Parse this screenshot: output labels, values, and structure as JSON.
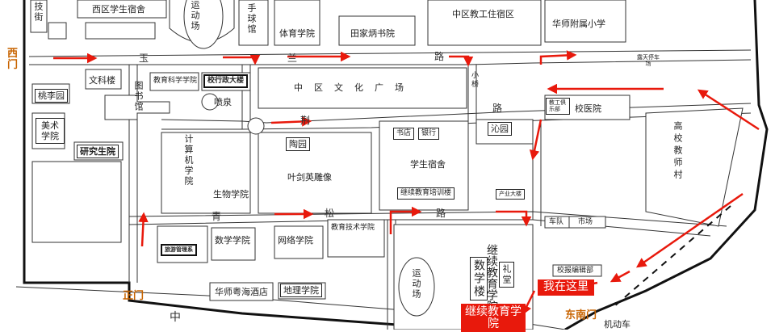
{
  "gates": {
    "west": "西门",
    "main": "正门",
    "southeast": "东南门"
  },
  "roads": {
    "yulan": [
      "玉",
      "兰",
      "路"
    ],
    "jing": [
      "荆",
      "路"
    ],
    "qingsong": [
      "青",
      "松",
      "路"
    ],
    "zhong": "中"
  },
  "buildings": {
    "jishi": [
      "技",
      "街"
    ],
    "west_dorm": "西区学生宿舍",
    "stadium_top": "运动场",
    "ball_hall": "手球馆",
    "pe_school": "体育学院",
    "tianjiabing": "田家炳书院",
    "staff_housing": "中区教工住宿区",
    "affiliated_primary": "华师附属小学",
    "wenke": "文科楼",
    "library": [
      "图",
      "书",
      "馆"
    ],
    "edu_science": "教育科学学院",
    "admin": "校行政大楼",
    "fountain": "喷泉",
    "culture_square": [
      "中",
      "区",
      "文",
      "化",
      "广",
      "场"
    ],
    "bridge": "小桥",
    "open_parking": "露天停车场",
    "taoli": "桃李园",
    "art_school": "美术学院",
    "grad_school": "研究生院",
    "cs_school": "计算机学院",
    "tao_yuan": "陶园",
    "statue": "叶剑英雕像",
    "bookstore": "书店",
    "bank": "银行",
    "qin_yuan": "沁园",
    "staff_club": "教工俱乐部",
    "clinic": "校医院",
    "faculty_village": "高校教师村",
    "student_dorm": "学生宿舍",
    "ce_training": "继续教育培训楼",
    "industry": "产业大楼",
    "bio": "生物学院",
    "tourism": "旅游管理系",
    "math": "数学学院",
    "network": "网络学院",
    "edu_tech": "教育技术学院",
    "stadium_bottom": "运动场",
    "ce_school": "继续教育学院",
    "math_bldg": "数学楼",
    "auditorium": "礼堂",
    "motor_pool": "车队",
    "market": "市场",
    "editorial": "校报编辑部",
    "yuehai_hotel": "华师粤海酒店",
    "geography": "地理学院",
    "bike_shed": "机动车"
  },
  "callouts": {
    "here": "我在这里",
    "target": "继续教育学院"
  },
  "colors": {
    "road_line": "#111111",
    "arrow": "#e8190c",
    "gate_text": "#c86400",
    "callout_bg": "#e8190c"
  }
}
